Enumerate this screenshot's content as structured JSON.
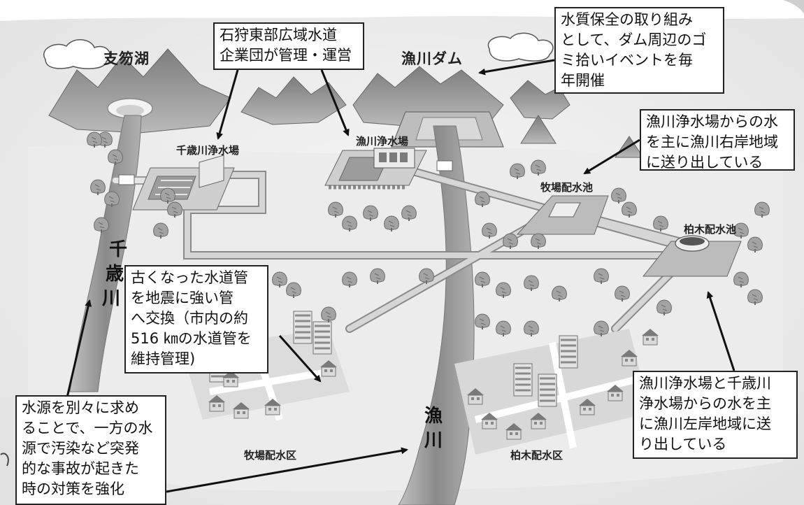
{
  "places": {
    "lake": "支笏湖",
    "dam": "漁川ダム",
    "chitose_plant": "千歳川浄水場",
    "isari_plant": "漁川浄水場",
    "makiba_reservoir": "牧場配水池",
    "kashiwagi_reservoir": "柏木配水池",
    "makiba_district": "牧場配水区",
    "kashiwagi_district": "柏木配水区"
  },
  "rivers": {
    "chitose": [
      "千",
      "歳",
      "川"
    ],
    "isari": [
      "漁",
      "川"
    ]
  },
  "callouts": {
    "operator": "石狩東部広域水道\n企業団が管理・運営",
    "dam_cleanup": "水質保全の取り組み\nとして、ダム周辺のゴ\nミ拾いイベントを毎\n年開催",
    "right_bank": "漁川浄水場からの水\nを主に漁川右岸地域\nに送り出している",
    "pipes": "古くなった水道管\nを地震に強い管\nへ交換（市内の約\n516 ㎞の水道管を\n維持管理)",
    "left_bank": "漁川浄水場と千歳川\n浄水場からの水を主\nに漁川左岸地域に送\nり出している",
    "sources": "水源を別々に求め\nることで、一方の水\n源で汚染など突発\n的な事故が起きた\n時の対策を強化"
  },
  "colors": {
    "ground": "#f1f1f1",
    "mountain": "#9a9a9a",
    "river": "#8e8e8e",
    "pipe": "#c9c9c9",
    "tree": "#a0a0a0",
    "ink": "#222222"
  }
}
